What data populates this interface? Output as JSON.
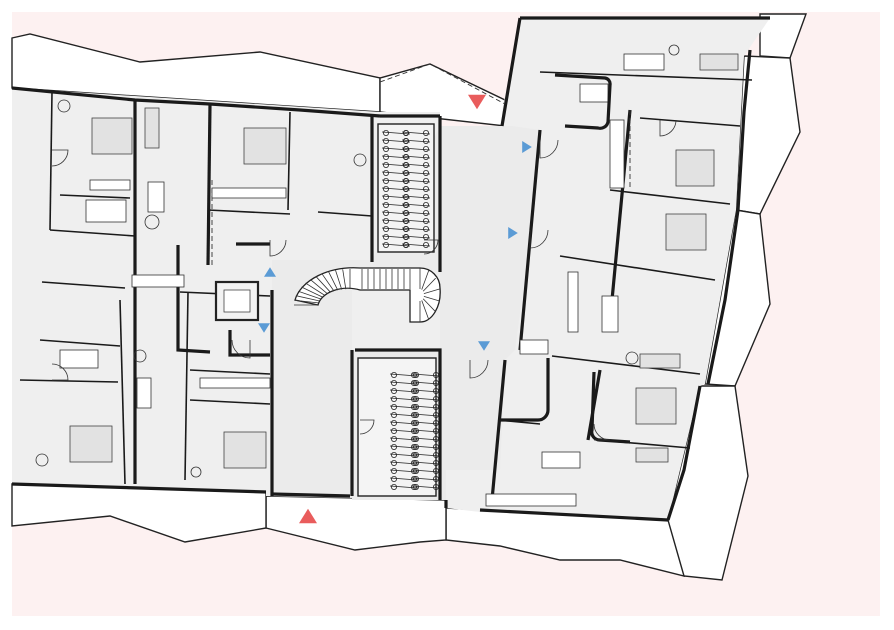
{
  "drawing": {
    "colors": {
      "site_background": "#fdf1f1",
      "interior": "#efefef",
      "circulation": "#ebebeb",
      "walls": "#1a1a1a",
      "balcony": "#ffffff",
      "main_entrance_marker": "#e95c5c",
      "apartment_entrance_marker": "#5b9bd5"
    },
    "entrance_markers": [
      {
        "kind": "main-entrance",
        "direction": "down",
        "color": "#e95c5c"
      },
      {
        "kind": "main-entrance",
        "direction": "up",
        "color": "#e95c5c"
      }
    ],
    "apartment_markers": [
      {
        "kind": "apartment-entrance",
        "direction": "right",
        "color": "#5b9bd5"
      },
      {
        "kind": "apartment-entrance",
        "direction": "right",
        "color": "#5b9bd5"
      },
      {
        "kind": "apartment-entrance",
        "direction": "up",
        "color": "#5b9bd5"
      },
      {
        "kind": "apartment-entrance",
        "direction": "down",
        "color": "#5b9bd5"
      },
      {
        "kind": "apartment-entrance",
        "direction": "down",
        "color": "#5b9bd5"
      }
    ],
    "icons": [
      "main-entrance-arrow-icon",
      "apartment-entrance-arrow-icon",
      "bicycle-icon",
      "bed-icon",
      "plant-icon",
      "stair-icon"
    ]
  }
}
